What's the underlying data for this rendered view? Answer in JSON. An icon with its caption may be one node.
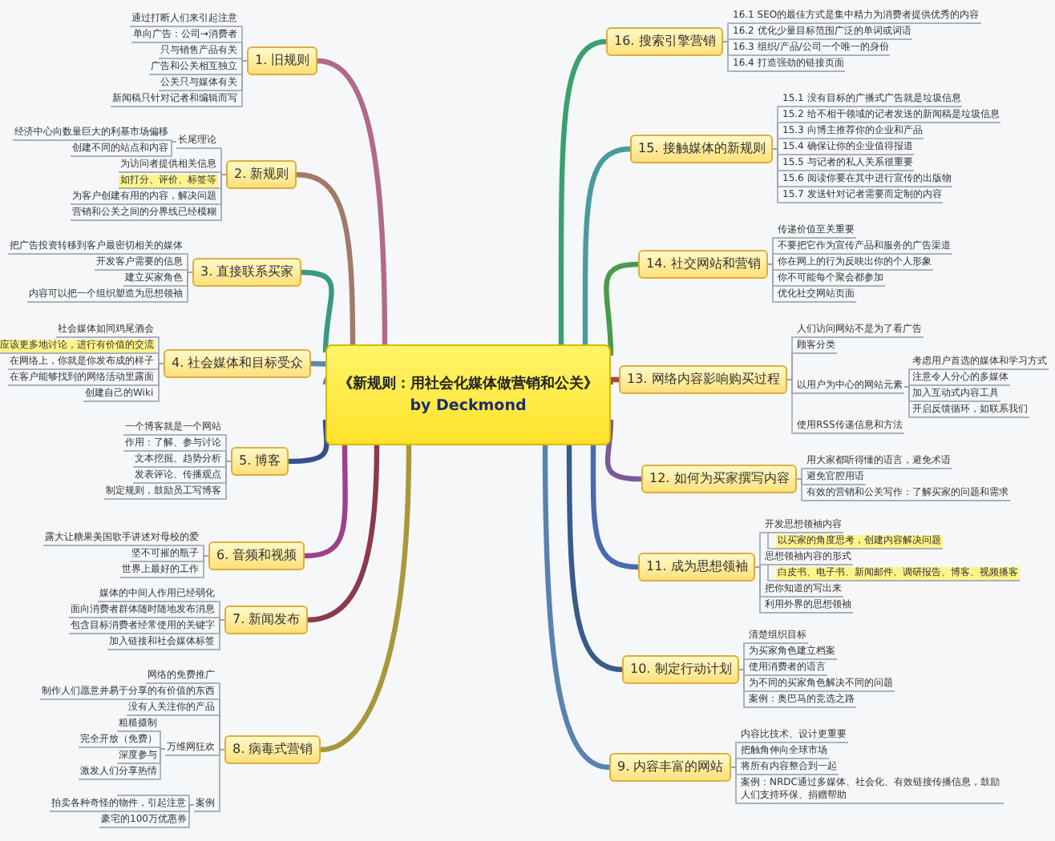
{
  "diagram": {
    "nodes": [
      {
        "text": [
          "《新规则：用社会化媒体做营销和公关》",
          "by Deckmond"
        ]
      },
      {
        "text": [
          "1. 旧规则"
        ]
      },
      {
        "text": [
          "通过打断人们来引起注意"
        ]
      },
      {
        "text": [
          "单向广告：公司→消费者"
        ]
      },
      {
        "text": [
          "只与销售产品有关"
        ]
      },
      {
        "text": [
          "广告和公关相互独立"
        ]
      },
      {
        "text": [
          "公关只与媒体有关"
        ]
      },
      {
        "text": [
          "新闻稿只针对记者和编辑而写"
        ]
      },
      {
        "text": [
          "2. 新规则"
        ]
      },
      {
        "text": [
          "长尾理论"
        ]
      },
      {
        "text": [
          "经济中心向数量巨大的利基市场偏移"
        ]
      },
      {
        "text": [
          "创建不同的站点和内容"
        ]
      },
      {
        "text": [
          "为访问者提供相关信息"
        ]
      },
      {
        "text": [
          "如打分、评价、标签等"
        ]
      },
      {
        "text": [
          "为客户创建有用的内容，解决问题"
        ]
      },
      {
        "text": [
          "营销和公关之间的分界线已经模糊"
        ]
      },
      {
        "text": [
          "3. 直接联系买家"
        ]
      },
      {
        "text": [
          "把广告投资转移到客户最密切相关的媒体"
        ]
      },
      {
        "text": [
          "开发客户需要的信息"
        ]
      },
      {
        "text": [
          "建立买家角色"
        ]
      },
      {
        "text": [
          "内容可以把一个组织塑造为思想领袖"
        ]
      },
      {
        "text": [
          "4. 社会媒体和目标受众"
        ]
      },
      {
        "text": [
          "社会媒体如同鸡尾酒会"
        ]
      },
      {
        "text": [
          "应该更多地讨论，进行有价值的交流"
        ]
      },
      {
        "text": [
          "在网络上，你就是你发布成的样子"
        ]
      },
      {
        "text": [
          "在客户能够找到的网络活动里露面"
        ]
      },
      {
        "text": [
          "创建自己的Wiki"
        ]
      },
      {
        "text": [
          "5. 博客"
        ]
      },
      {
        "text": [
          "一个博客就是一个网站"
        ]
      },
      {
        "text": [
          "作用：了解、参与讨论"
        ]
      },
      {
        "text": [
          "文本挖掘、趋势分析"
        ]
      },
      {
        "text": [
          "发表评论、传播观点"
        ]
      },
      {
        "text": [
          "制定规则，鼓励员工写博客"
        ]
      },
      {
        "text": [
          "6. 音频和视频"
        ]
      },
      {
        "text": [
          "露大让糖果美国歌手讲述对母校的爱"
        ]
      },
      {
        "text": [
          "坚不可摧的瓶子"
        ]
      },
      {
        "text": [
          "世界上最好的工作"
        ]
      },
      {
        "text": [
          "7. 新闻发布"
        ]
      },
      {
        "text": [
          "媒体的中间人作用已经弱化"
        ]
      },
      {
        "text": [
          "面向消费者群体随时随地发布消息"
        ]
      },
      {
        "text": [
          "包含目标消费者经常使用的关键字"
        ]
      },
      {
        "text": [
          "加入链接和社会媒体标签"
        ]
      },
      {
        "text": [
          "8. 病毒式营销"
        ]
      },
      {
        "text": [
          "网络的免费推广"
        ]
      },
      {
        "text": [
          "制作人们愿意并易于分享的有价值的东西"
        ]
      },
      {
        "text": [
          "没有人关注你的产品"
        ]
      },
      {
        "text": [
          "万维网狂欢"
        ]
      },
      {
        "text": [
          "粗糙摄制"
        ]
      },
      {
        "text": [
          "完全开放（免费）"
        ]
      },
      {
        "text": [
          "深度参与"
        ]
      },
      {
        "text": [
          "激发人们分享热情"
        ]
      },
      {
        "text": [
          "案例"
        ]
      },
      {
        "text": [],
        "shape": "bar"
      },
      {
        "text": [
          "拍卖各种奇怪的物件，引起注意"
        ]
      },
      {
        "text": [
          "豪宅的100万优惠券"
        ]
      },
      {
        "text": [
          "9. 内容丰富的网站"
        ]
      },
      {
        "text": [
          "内容比技术、设计更重要"
        ]
      },
      {
        "text": [
          "把触角伸向全球市场"
        ]
      },
      {
        "text": [
          "将所有内容整合到一起"
        ]
      },
      {
        "text": [
          "案例：NRDC通过多媒体、社会化、有效链接传播信息，鼓励人们支持环保、捐赠帮助"
        ]
      },
      {
        "text": [
          "10. 制定行动计划"
        ]
      },
      {
        "text": [
          "清楚组织目标"
        ]
      },
      {
        "text": [
          "为买家角色建立档案"
        ]
      },
      {
        "text": [
          "使用消费者的语言"
        ]
      },
      {
        "text": [
          "为不同的买家角色解决不同的问题"
        ]
      },
      {
        "text": [
          "案例：奥巴马的竞选之路"
        ]
      },
      {
        "text": [
          "11. 成为思想领袖"
        ]
      },
      {
        "text": [
          "开发思想领袖内容"
        ]
      },
      {
        "text": [
          "以买家的角度思考，创建内容解决问题"
        ]
      },
      {
        "text": [
          "思想领袖内容的形式"
        ]
      },
      {
        "text": [
          "白皮书、电子书、新闻邮件、调研报告、博客、视频播客"
        ]
      },
      {
        "text": [
          "把你知道的写出来"
        ]
      },
      {
        "text": [
          "利用外界的思想领袖"
        ]
      },
      {
        "text": [
          "12. 如何为买家撰写内容"
        ]
      },
      {
        "text": [
          "用大家都听得懂的语言，避免术语"
        ]
      },
      {
        "text": [
          "避免官腔用语"
        ]
      },
      {
        "text": [
          "有效的营销和公关写作：了解买家的问题和需求"
        ]
      },
      {
        "text": [
          "13. 网络内容影响购买过程"
        ]
      },
      {
        "text": [
          "人们访问网站不是为了看广告"
        ]
      },
      {
        "text": [
          "顾客分类"
        ]
      },
      {
        "text": [
          "以用户为中心的网站元素"
        ]
      },
      {
        "text": [
          "考虑用户首选的媒体和学习方式"
        ]
      },
      {
        "text": [
          "注意令人分心的多媒体"
        ]
      },
      {
        "text": [
          "加入互动式内容工具"
        ]
      },
      {
        "text": [
          "开启反馈循环，如联系我们"
        ]
      },
      {
        "text": [
          "使用RSS传递信息和方法"
        ]
      },
      {
        "text": [
          "14. 社交网站和营销"
        ]
      },
      {
        "text": [
          "传递价值至关重要"
        ]
      },
      {
        "text": [
          "不要把它作为宣传产品和服务的广告渠道"
        ]
      },
      {
        "text": [
          "你在网上的行为反映出你的个人形象"
        ]
      },
      {
        "text": [
          "你不可能每个聚会都参加"
        ]
      },
      {
        "text": [
          "优化社交网站页面"
        ]
      },
      {
        "text": [
          "15. 接触媒体的新规则"
        ]
      },
      {
        "text": [
          "15.1 没有目标的广播式广告就是垃圾信息"
        ]
      },
      {
        "text": [
          "15.2 给不相干领域的记者发送的新闻稿是垃圾信息"
        ]
      },
      {
        "text": [
          "15.3 向博主推荐你的企业和产品"
        ]
      },
      {
        "text": [
          "15.4 确保让你的企业值得报道"
        ]
      },
      {
        "text": [
          "15.5 与记者的私人关系很重要"
        ]
      },
      {
        "text": [
          "15.6 阅读你要在其中进行宣传的出版物"
        ]
      },
      {
        "text": [
          "15.7 发送针对记者需要而定制的内容"
        ]
      },
      {
        "text": [
          "16. 搜索引擎营销"
        ]
      },
      {
        "text": [
          "16.1 SEO的最佳方式是集中精力为消费者提供优秀的内容"
        ]
      },
      {
        "text": [
          "16.2 优化少量目标范围广泛的单词或词语"
        ]
      },
      {
        "text": [
          "16.3 组织/产品/公司一个唯一的身份"
        ]
      },
      {
        "text": [
          "16.4 打造强劲的链接页面"
        ]
      }
    ],
    "edges": [
      {
        "from": 0,
        "to": 1,
        "arrow": "none",
        "style": "thick",
        "color": "#b06a8a"
      },
      {
        "from": 0,
        "to": 8,
        "arrow": "none",
        "style": "thick",
        "color": "#a07a6a"
      },
      {
        "from": 0,
        "to": 16,
        "arrow": "none",
        "style": "thick",
        "color": "#3a9a80"
      },
      {
        "from": 0,
        "to": 21,
        "arrow": "none",
        "style": "thick",
        "color": "#5a8aaa"
      },
      {
        "from": 0,
        "to": 27,
        "arrow": "none",
        "style": "thick",
        "color": "#34508a"
      },
      {
        "from": 0,
        "to": 33,
        "arrow": "none",
        "style": "thick",
        "color": "#a0408a"
      },
      {
        "from": 0,
        "to": 37,
        "arrow": "none",
        "style": "thick",
        "color": "#8a3a4a"
      },
      {
        "from": 0,
        "to": 42,
        "arrow": "none",
        "style": "thick",
        "color": "#a8983a"
      },
      {
        "from": 0,
        "to": 55,
        "arrow": "none",
        "style": "thick",
        "color": "#5a82b0"
      },
      {
        "from": 0,
        "to": 60,
        "arrow": "none",
        "style": "thick",
        "color": "#3a5a8a"
      },
      {
        "from": 0,
        "to": 66,
        "arrow": "none",
        "style": "thick",
        "color": "#4a6ab0"
      },
      {
        "from": 0,
        "to": 73,
        "arrow": "none",
        "style": "thick",
        "color": "#7a5a9a"
      },
      {
        "from": 0,
        "to": 77,
        "arrow": "none",
        "style": "thick",
        "color": "#a04a3a"
      },
      {
        "from": 0,
        "to": 86,
        "arrow": "none",
        "style": "thick",
        "color": "#4a9a4a"
      },
      {
        "from": 0,
        "to": 92,
        "arrow": "none",
        "style": "thick",
        "color": "#4a9aa0"
      },
      {
        "from": 0,
        "to": 100,
        "arrow": "none",
        "style": "thick",
        "color": "#3aa070"
      },
      {
        "from": 1,
        "to": 2,
        "arrow": "none"
      },
      {
        "from": 1,
        "to": 3,
        "arrow": "none"
      },
      {
        "from": 1,
        "to": 4,
        "arrow": "none"
      },
      {
        "from": 1,
        "to": 5,
        "arrow": "none"
      },
      {
        "from": 1,
        "to": 6,
        "arrow": "none"
      },
      {
        "from": 1,
        "to": 7,
        "arrow": "none"
      },
      {
        "from": 8,
        "to": 9,
        "arrow": "none"
      },
      {
        "from": 9,
        "to": 10,
        "arrow": "none"
      },
      {
        "from": 9,
        "to": 11,
        "arrow": "none"
      },
      {
        "from": 8,
        "to": 12,
        "arrow": "none"
      },
      {
        "from": 8,
        "to": 13,
        "arrow": "none"
      },
      {
        "from": 8,
        "to": 14,
        "arrow": "none"
      },
      {
        "from": 8,
        "to": 15,
        "arrow": "none"
      },
      {
        "from": 16,
        "to": 17,
        "arrow": "none"
      },
      {
        "from": 16,
        "to": 18,
        "arrow": "none"
      },
      {
        "from": 16,
        "to": 19,
        "arrow": "none"
      },
      {
        "from": 16,
        "to": 20,
        "arrow": "none"
      },
      {
        "from": 21,
        "to": 22,
        "arrow": "none"
      },
      {
        "from": 21,
        "to": 23,
        "arrow": "none"
      },
      {
        "from": 21,
        "to": 24,
        "arrow": "none"
      },
      {
        "from": 21,
        "to": 25,
        "arrow": "none"
      },
      {
        "from": 21,
        "to": 26,
        "arrow": "none"
      },
      {
        "from": 27,
        "to": 28,
        "arrow": "none"
      },
      {
        "from": 27,
        "to": 29,
        "arrow": "none"
      },
      {
        "from": 27,
        "to": 30,
        "arrow": "none"
      },
      {
        "from": 27,
        "to": 31,
        "arrow": "none"
      },
      {
        "from": 27,
        "to": 32,
        "arrow": "none"
      },
      {
        "from": 33,
        "to": 34,
        "arrow": "none"
      },
      {
        "from": 33,
        "to": 35,
        "arrow": "none"
      },
      {
        "from": 33,
        "to": 36,
        "arrow": "none"
      },
      {
        "from": 37,
        "to": 38,
        "arrow": "none"
      },
      {
        "from": 37,
        "to": 39,
        "arrow": "none"
      },
      {
        "from": 37,
        "to": 40,
        "arrow": "none"
      },
      {
        "from": 37,
        "to": 41,
        "arrow": "none"
      },
      {
        "from": 42,
        "to": 43,
        "arrow": "none"
      },
      {
        "from": 42,
        "to": 44,
        "arrow": "none"
      },
      {
        "from": 42,
        "to": 45,
        "arrow": "none"
      },
      {
        "from": 42,
        "to": 46,
        "arrow": "none"
      },
      {
        "from": 46,
        "to": 47,
        "arrow": "none"
      },
      {
        "from": 46,
        "to": 48,
        "arrow": "none"
      },
      {
        "from": 46,
        "to": 49,
        "arrow": "none"
      },
      {
        "from": 46,
        "to": 50,
        "arrow": "none"
      },
      {
        "from": 42,
        "to": 51,
        "arrow": "none"
      },
      {
        "from": 51,
        "to": 52,
        "arrow": "none"
      },
      {
        "from": 51,
        "to": 53,
        "arrow": "none"
      },
      {
        "from": 51,
        "to": 54,
        "arrow": "none"
      },
      {
        "from": 55,
        "to": 56,
        "arrow": "none"
      },
      {
        "from": 55,
        "to": 57,
        "arrow": "none"
      },
      {
        "from": 55,
        "to": 58,
        "arrow": "none"
      },
      {
        "from": 55,
        "to": 59,
        "arrow": "none"
      },
      {
        "from": 60,
        "to": 61,
        "arrow": "none"
      },
      {
        "from": 60,
        "to": 62,
        "arrow": "none"
      },
      {
        "from": 60,
        "to": 63,
        "arrow": "none"
      },
      {
        "from": 60,
        "to": 64,
        "arrow": "none"
      },
      {
        "from": 60,
        "to": 65,
        "arrow": "none"
      },
      {
        "from": 66,
        "to": 67,
        "arrow": "none"
      },
      {
        "from": 67,
        "to": 68,
        "arrow": "none"
      },
      {
        "from": 66,
        "to": 69,
        "arrow": "none"
      },
      {
        "from": 69,
        "to": 70,
        "arrow": "none"
      },
      {
        "from": 66,
        "to": 71,
        "arrow": "none"
      },
      {
        "from": 66,
        "to": 72,
        "arrow": "none"
      },
      {
        "from": 73,
        "to": 74,
        "arrow": "none"
      },
      {
        "from": 73,
        "to": 75,
        "arrow": "none"
      },
      {
        "from": 73,
        "to": 76,
        "arrow": "none"
      },
      {
        "from": 77,
        "to": 78,
        "arrow": "none"
      },
      {
        "from": 77,
        "to": 79,
        "arrow": "none"
      },
      {
        "from": 77,
        "to": 80,
        "arrow": "none"
      },
      {
        "from": 80,
        "to": 81,
        "arrow": "none"
      },
      {
        "from": 80,
        "to": 82,
        "arrow": "none"
      },
      {
        "from": 80,
        "to": 83,
        "arrow": "none"
      },
      {
        "from": 80,
        "to": 84,
        "arrow": "none"
      },
      {
        "from": 77,
        "to": 85,
        "arrow": "none"
      },
      {
        "from": 86,
        "to": 87,
        "arrow": "none"
      },
      {
        "from": 86,
        "to": 88,
        "arrow": "none"
      },
      {
        "from": 86,
        "to": 89,
        "arrow": "none"
      },
      {
        "from": 86,
        "to": 90,
        "arrow": "none"
      },
      {
        "from": 86,
        "to": 91,
        "arrow": "none"
      },
      {
        "from": 92,
        "to": 93,
        "arrow": "none"
      },
      {
        "from": 92,
        "to": 94,
        "arrow": "none"
      },
      {
        "from": 92,
        "to": 95,
        "arrow": "none"
      },
      {
        "from": 92,
        "to": 96,
        "arrow": "none"
      },
      {
        "from": 92,
        "to": 97,
        "arrow": "none"
      },
      {
        "from": 92,
        "to": 98,
        "arrow": "none"
      },
      {
        "from": 92,
        "to": 99,
        "arrow": "none"
      },
      {
        "from": 100,
        "to": 101,
        "arrow": "none"
      },
      {
        "from": 100,
        "to": 102,
        "arrow": "none"
      },
      {
        "from": 100,
        "to": 103,
        "arrow": "none"
      },
      {
        "from": 100,
        "to": 104,
        "arrow": "none"
      }
    ]
  }
}
